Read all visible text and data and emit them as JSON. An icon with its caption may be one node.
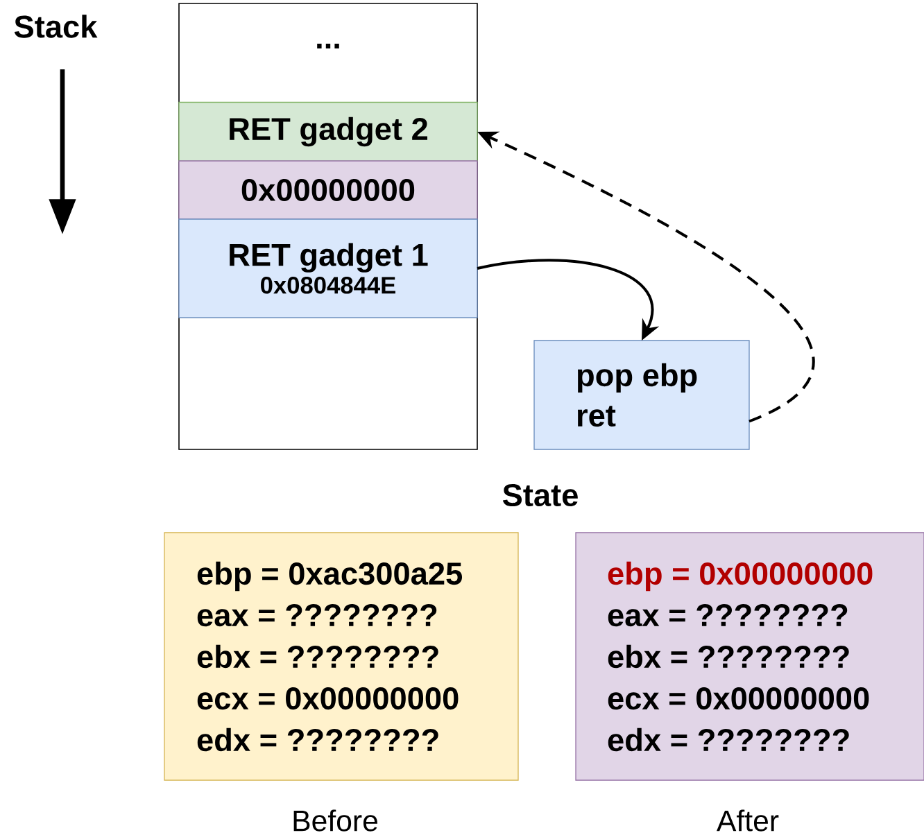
{
  "diagram": {
    "nodes": [
      {
        "text": [
          "..."
        ]
      },
      {
        "text": [
          "RET gadget 2"
        ],
        "in": 0
      },
      {
        "text": [
          "0x00000000"
        ],
        "in": 0
      },
      {
        "text": [
          "RET gadget 1",
          "0x0804844E"
        ],
        "in": 0
      },
      {
        "text": [
          "pop ebp",
          "ret"
        ]
      },
      {
        "text": [
          "ebp = 0xac300a25",
          "eax = ????????",
          "ebx = ????????",
          "ecx = 0x00000000",
          "edx = ????????"
        ],
        "beside": [
          "Before"
        ]
      },
      {
        "text": [
          "ebp = 0x00000000",
          "eax = ????????",
          "ebx = ????????",
          "ecx = 0x00000000",
          "edx = ????????"
        ],
        "beside": [
          "After"
        ]
      }
    ],
    "edges": [
      {
        "from": 3,
        "to": 4,
        "arrow": "to"
      },
      {
        "from": 4,
        "to": 1,
        "arrow": "to",
        "style": "dashed"
      }
    ],
    "labels": [
      "Stack",
      "State"
    ]
  }
}
